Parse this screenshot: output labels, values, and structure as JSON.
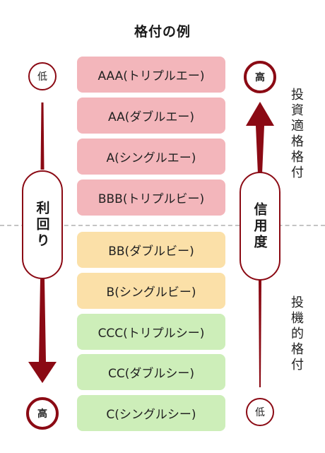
{
  "title": "格付の例",
  "ratings": [
    {
      "label": "AAA(トリプルエー)",
      "tier": "high"
    },
    {
      "label": "AA(ダブルエー)",
      "tier": "high"
    },
    {
      "label": "A(シングルエー)",
      "tier": "high"
    },
    {
      "label": "BBB(トリプルビー)",
      "tier": "high"
    },
    {
      "label": "BB(ダブルビー)",
      "tier": "mid"
    },
    {
      "label": "B(シングルビー)",
      "tier": "mid"
    },
    {
      "label": "CCC(トリプルシー)",
      "tier": "low"
    },
    {
      "label": "CC(ダブルシー)",
      "tier": "low"
    },
    {
      "label": "C(シングルシー)",
      "tier": "low"
    }
  ],
  "left_axis": {
    "top": "低",
    "label": "利回り",
    "bottom": "高"
  },
  "right_axis": {
    "top": "高",
    "label": "信用度",
    "bottom": "低"
  },
  "investment_grade": "投資適格格付",
  "speculative_grade": "投機的格付",
  "colors": {
    "accent": "#8b0a14",
    "high": "#f3b6bb",
    "mid": "#fbe0a8",
    "low": "#cdeeb9"
  }
}
